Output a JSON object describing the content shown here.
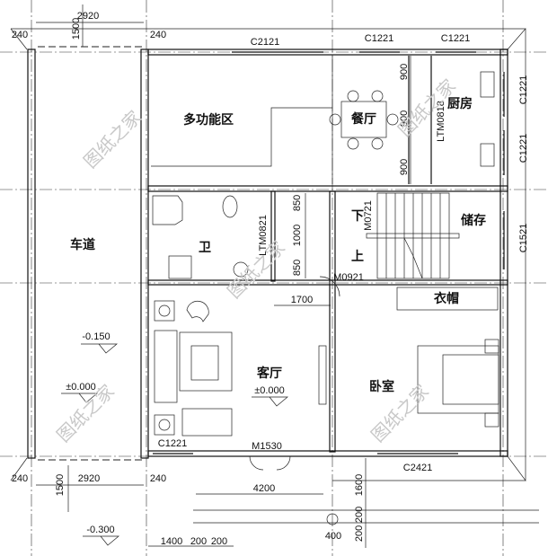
{
  "plan": {
    "rooms": {
      "multi_function": "多功能区",
      "dining": "餐厅",
      "kitchen": "厨房",
      "driveway": "车道",
      "bathroom": "卫",
      "storage": "储存",
      "wardrobe": "衣帽",
      "living": "客厅",
      "bedroom": "卧室",
      "stairs_down": "下",
      "stairs_up": "上"
    },
    "openings": {
      "top_window_1": "C2121",
      "top_window_2": "C1221",
      "top_window_3": "C1221",
      "right_window_1": "C1221",
      "right_window_2": "C1221",
      "right_window_3": "C1521",
      "kitchen_door": "LTM0818",
      "bath_door": "LTM0821",
      "stair_door": "M0721",
      "bedroom_door": "M0921",
      "living_window": "C1221",
      "entrance_door": "M1530",
      "bedroom_window": "C2421"
    },
    "dimensions": {
      "top_2920": "2920",
      "top_1500": "1500",
      "top_240_left": "240",
      "top_240_right": "240",
      "dining_900_a": "900",
      "dining_900_b": "900",
      "dining_900_c": "900",
      "stair_850_a": "850",
      "stair_1000": "1000",
      "stair_850_b": "850",
      "d_1700": "1700",
      "bot_240_left": "240",
      "bot_2920": "2920",
      "bot_240_right": "240",
      "bot_1500": "1500",
      "d_4200": "4200",
      "d_1600": "1600",
      "d_200_a": "200",
      "d_200_b": "200",
      "d_1400": "1400",
      "d_200_c": "200",
      "d_200_d": "200",
      "d_400": "400"
    },
    "levels": {
      "driveway_slope": "-0.150",
      "driveway": "±0.000",
      "living": "±0.000",
      "outside": "-0.300"
    },
    "watermark": "图纸之家"
  }
}
